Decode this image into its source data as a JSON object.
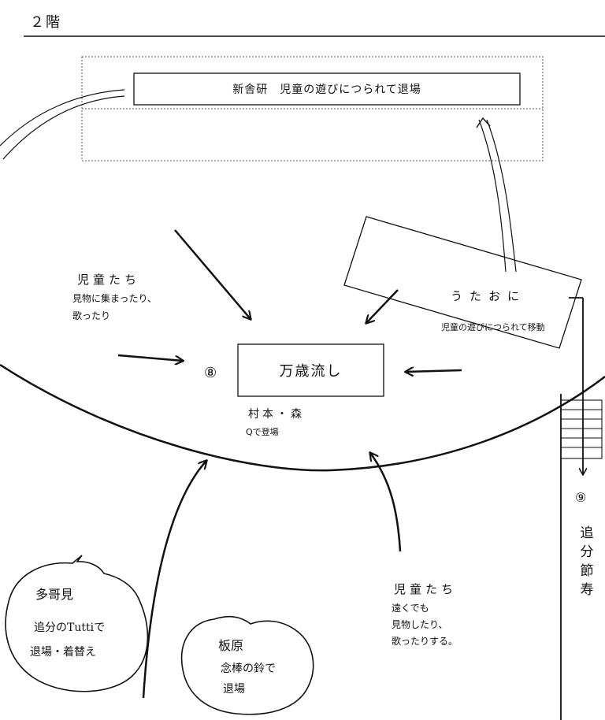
{
  "floor_label": "２階",
  "top_box": {
    "label": "新舎研　児童の遊びにつられて退場"
  },
  "center_box": {
    "number": "⑧",
    "title": "万歳流し"
  },
  "performers": {
    "names": "村本・森",
    "cue": "Qで登場"
  },
  "children_left": {
    "title": "児童たち",
    "lines": [
      "見物に集まったり、",
      "歌ったり"
    ]
  },
  "utaoni": {
    "title": "うたおに",
    "subtitle": "児童の遊びにつられて移動"
  },
  "right_column": {
    "number": "⑨",
    "vertical_text": "追分節寿"
  },
  "children_right": {
    "title": "児童たち",
    "lines": [
      "遠くでも",
      "見物したり、",
      "歌ったりする。"
    ]
  },
  "bubble_left": {
    "lines": [
      "多哥見",
      "追分のTuttiで",
      "退場・着替え"
    ]
  },
  "bubble_right": {
    "lines": [
      "板原",
      "念棒の鈴で",
      "退場"
    ]
  },
  "colors": {
    "ink": "#111111",
    "paper": "#ffffff",
    "dotted_frame": "#555555"
  },
  "icons": [
    "arrow-down-right-icon",
    "arrow-down-icon",
    "arrow-right-icon",
    "arrow-left-icon",
    "arrow-up-icon",
    "stair-icon",
    "speech-bubble-icon"
  ]
}
